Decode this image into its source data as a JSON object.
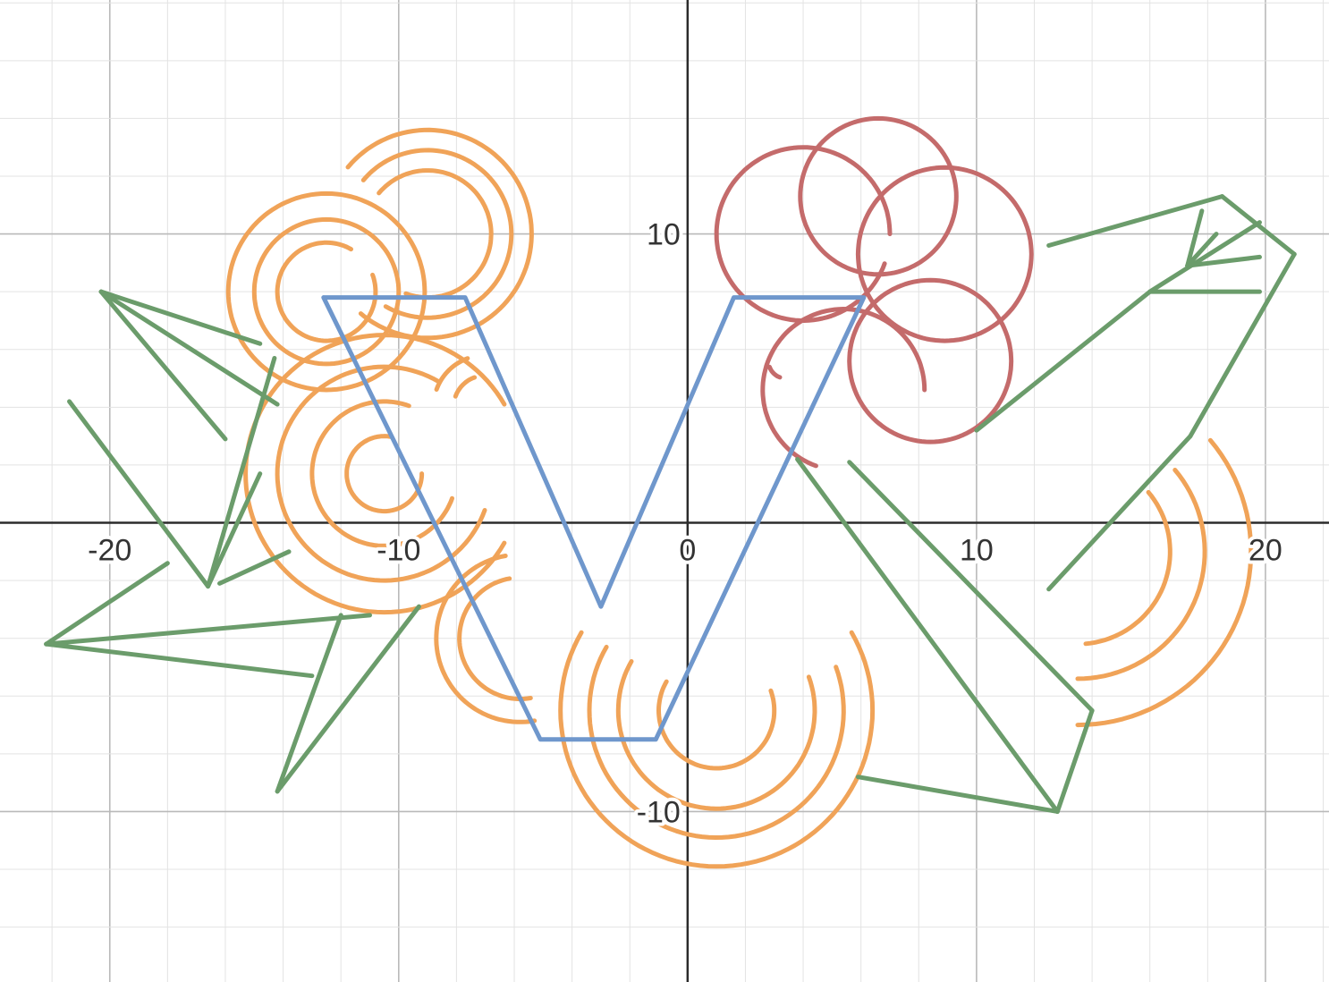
{
  "colors": {
    "blue": "#6f97cc",
    "orange": "#f0a358",
    "red": "#c46b6b",
    "green": "#6b9c6b",
    "minor_grid": "#e3e3e3",
    "major_grid": "#b9b9b9",
    "axis": "#2b2b2b"
  },
  "axes": {
    "x_range": [
      -23.8,
      22.2
    ],
    "y_range": [
      -15.9,
      18.1
    ],
    "major_step": 10,
    "minor_step": 2,
    "x_ticks": [
      {
        "value": -20,
        "label": "-20"
      },
      {
        "value": -10,
        "label": "-10"
      },
      {
        "value": 0,
        "label": "0"
      },
      {
        "value": 10,
        "label": "10"
      },
      {
        "value": 20,
        "label": "20"
      }
    ],
    "y_ticks": [
      {
        "value": 10,
        "label": "10"
      },
      {
        "value": -10,
        "label": "-10"
      }
    ]
  },
  "shapes": {
    "letter_v": {
      "color": "blue",
      "points": [
        [
          -12.6,
          7.8
        ],
        [
          -7.7,
          7.8
        ],
        [
          -3.0,
          -2.9
        ],
        [
          1.6,
          7.8
        ],
        [
          6.1,
          7.8
        ],
        [
          -1.1,
          -7.5
        ],
        [
          -5.1,
          -7.5
        ],
        [
          -12.6,
          7.8
        ]
      ]
    },
    "arcs": [
      {
        "color": "orange",
        "cx": -9.0,
        "cy": 10.0,
        "r": 3.6,
        "a0": 230,
        "a1": 500
      },
      {
        "color": "orange",
        "cx": -9.0,
        "cy": 10.0,
        "r": 2.9,
        "a0": 240,
        "a1": 500
      },
      {
        "color": "orange",
        "cx": -9.0,
        "cy": 10.0,
        "r": 2.2,
        "a0": 250,
        "a1": 500
      },
      {
        "color": "orange",
        "cx": -12.5,
        "cy": 8.0,
        "r": 3.4,
        "a0": 0,
        "a1": 360
      },
      {
        "color": "orange",
        "cx": -12.5,
        "cy": 8.0,
        "r": 2.5,
        "a0": 30,
        "a1": 390
      },
      {
        "color": "orange",
        "cx": -12.5,
        "cy": 8.0,
        "r": 1.7,
        "a0": 60,
        "a1": 380
      },
      {
        "color": "orange",
        "cx": -10.5,
        "cy": 1.7,
        "r": 4.8,
        "a0": 30,
        "a1": 330
      },
      {
        "color": "orange",
        "cx": -10.5,
        "cy": 1.7,
        "r": 3.7,
        "a0": 60,
        "a1": 340
      },
      {
        "color": "orange",
        "cx": -10.5,
        "cy": 1.7,
        "r": 2.5,
        "a0": 70,
        "a1": 340
      },
      {
        "color": "orange",
        "cx": -10.5,
        "cy": 1.7,
        "r": 1.3,
        "a0": 80,
        "a1": 360
      },
      {
        "color": "orange",
        "cx": -7.0,
        "cy": 4.0,
        "r": 1.8,
        "a0": 110,
        "a1": 160
      },
      {
        "color": "orange",
        "cx": -7.0,
        "cy": 4.0,
        "r": 1.1,
        "a0": 110,
        "a1": 160
      },
      {
        "color": "orange",
        "cx": -5.8,
        "cy": -4.0,
        "r": 2.9,
        "a0": 100,
        "a1": 280
      },
      {
        "color": "orange",
        "cx": -5.8,
        "cy": -4.0,
        "r": 2.1,
        "a0": 100,
        "a1": 280
      },
      {
        "color": "orange",
        "cx": 1.0,
        "cy": -6.5,
        "r": 5.4,
        "a0": 150,
        "a1": 390
      },
      {
        "color": "orange",
        "cx": 1.0,
        "cy": -6.5,
        "r": 4.4,
        "a0": 150,
        "a1": 380
      },
      {
        "color": "orange",
        "cx": 1.0,
        "cy": -6.5,
        "r": 3.4,
        "a0": 150,
        "a1": 380
      },
      {
        "color": "orange",
        "cx": 1.0,
        "cy": -6.5,
        "r": 2.0,
        "a0": 150,
        "a1": 380
      },
      {
        "color": "orange",
        "cx": 13.5,
        "cy": -1.0,
        "r": 6.0,
        "a0": 270,
        "a1": 400
      },
      {
        "color": "orange",
        "cx": 13.5,
        "cy": -1.0,
        "r": 4.4,
        "a0": 270,
        "a1": 400
      },
      {
        "color": "orange",
        "cx": 13.5,
        "cy": -1.0,
        "r": 3.2,
        "a0": 275,
        "a1": 400
      },
      {
        "color": "red",
        "cx": 4.0,
        "cy": 10.0,
        "r": 3.0,
        "a0": 0,
        "a1": 340
      },
      {
        "color": "red",
        "cx": 6.6,
        "cy": 11.3,
        "r": 2.7,
        "a0": 0,
        "a1": 360
      },
      {
        "color": "red",
        "cx": 8.9,
        "cy": 9.3,
        "r": 3.0,
        "a0": 0,
        "a1": 360
      },
      {
        "color": "red",
        "cx": 8.4,
        "cy": 5.6,
        "r": 2.8,
        "a0": 60,
        "a1": 420
      },
      {
        "color": "red",
        "cx": 5.4,
        "cy": 4.6,
        "r": 2.8,
        "a0": 0,
        "a1": 250
      },
      {
        "color": "red",
        "cx": 3.4,
        "cy": 5.6,
        "r": 0.6,
        "a0": 200,
        "a1": 250
      }
    ],
    "green_lines": [
      [
        [
          -20.3,
          8.0
        ],
        [
          -14.8,
          6.2
        ]
      ],
      [
        [
          -20.3,
          8.0
        ],
        [
          -16.0,
          2.9
        ]
      ],
      [
        [
          -20.3,
          8.0
        ],
        [
          -14.2,
          4.1
        ]
      ],
      [
        [
          -14.3,
          5.7
        ],
        [
          -16.6,
          -2.2
        ]
      ],
      [
        [
          -14.8,
          1.7
        ],
        [
          -16.6,
          -2.2
        ]
      ],
      [
        [
          -16.6,
          -2.2
        ],
        [
          -21.4,
          4.2
        ]
      ],
      [
        [
          -22.2,
          -4.2
        ],
        [
          -18.0,
          -1.4
        ]
      ],
      [
        [
          -22.2,
          -4.2
        ],
        [
          -11.0,
          -3.2
        ]
      ],
      [
        [
          -22.2,
          -4.2
        ],
        [
          -13.0,
          -5.3
        ]
      ],
      [
        [
          -14.2,
          -9.3
        ],
        [
          -12.0,
          -3.2
        ]
      ],
      [
        [
          -14.2,
          -9.3
        ],
        [
          -9.3,
          -2.9
        ]
      ],
      [
        [
          -13.8,
          -1.0
        ],
        [
          -16.2,
          -2.1
        ]
      ],
      [
        [
          3.8,
          2.2
        ],
        [
          12.8,
          -10.0
        ]
      ],
      [
        [
          5.6,
          2.1
        ],
        [
          14.0,
          -6.5
        ]
      ],
      [
        [
          14.0,
          -6.5
        ],
        [
          12.8,
          -10.0
        ]
      ],
      [
        [
          12.8,
          -10.0
        ],
        [
          5.9,
          -8.8
        ]
      ],
      [
        [
          10.0,
          3.2
        ],
        [
          16.0,
          8.0
        ]
      ],
      [
        [
          16.0,
          8.0
        ],
        [
          19.8,
          10.4
        ]
      ],
      [
        [
          16.0,
          8.0
        ],
        [
          19.8,
          8.0
        ]
      ],
      [
        [
          17.8,
          10.8
        ],
        [
          17.3,
          8.9
        ]
      ],
      [
        [
          17.3,
          8.9
        ],
        [
          19.8,
          9.2
        ]
      ],
      [
        [
          17.3,
          8.9
        ],
        [
          18.3,
          10.0
        ]
      ],
      [
        [
          12.5,
          9.6
        ],
        [
          18.5,
          11.3
        ]
      ],
      [
        [
          18.5,
          11.3
        ],
        [
          21.0,
          9.3
        ]
      ],
      [
        [
          21.0,
          9.3
        ],
        [
          17.4,
          3.0
        ]
      ],
      [
        [
          17.4,
          3.0
        ],
        [
          12.5,
          -2.3
        ]
      ]
    ]
  }
}
